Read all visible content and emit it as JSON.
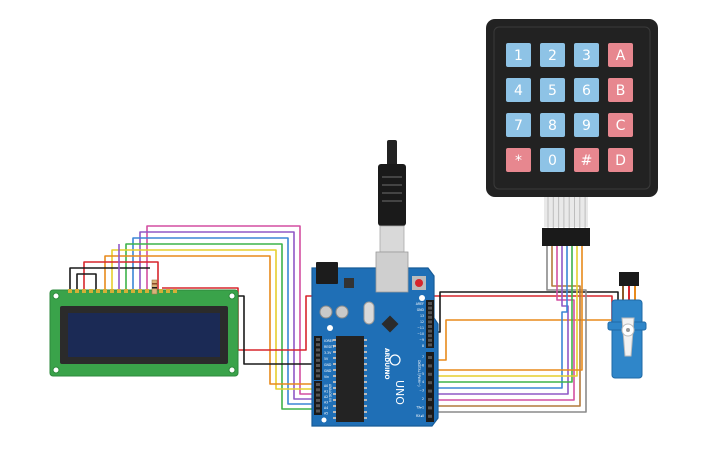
{
  "keypad": {
    "keys": [
      {
        "label": "1",
        "kind": "num"
      },
      {
        "label": "2",
        "kind": "num"
      },
      {
        "label": "3",
        "kind": "num"
      },
      {
        "label": "A",
        "kind": "letter"
      },
      {
        "label": "4",
        "kind": "num"
      },
      {
        "label": "5",
        "kind": "num"
      },
      {
        "label": "6",
        "kind": "num"
      },
      {
        "label": "B",
        "kind": "letter"
      },
      {
        "label": "7",
        "kind": "num"
      },
      {
        "label": "8",
        "kind": "num"
      },
      {
        "label": "9",
        "kind": "num"
      },
      {
        "label": "C",
        "kind": "letter"
      },
      {
        "label": "*",
        "kind": "letter"
      },
      {
        "label": "0",
        "kind": "num"
      },
      {
        "label": "#",
        "kind": "letter"
      },
      {
        "label": "D",
        "kind": "letter"
      }
    ]
  },
  "arduino": {
    "brand_text": "ARDUINO",
    "model_text": "UNO",
    "analog_label": "ANALOG IN",
    "digital_label": "DIGITAL (PWM~)",
    "power_pins": [
      "IOREF",
      "RESET",
      "3.3V",
      "5V",
      "GND",
      "GND",
      "Vin"
    ],
    "analog_pins": [
      "A0",
      "A1",
      "A2",
      "A3",
      "A4",
      "A5"
    ],
    "digital_pins_top": [
      "AREF",
      "GND",
      "13",
      "12",
      "~11",
      "~10",
      "~9",
      "8"
    ],
    "digital_pins_bottom": [
      "7",
      "~6",
      "~5",
      "4",
      "~3",
      "2",
      "TX▸1",
      "RX◂0"
    ]
  },
  "colors": {
    "board": "#1f6fb6",
    "board_dark": "#185c98",
    "lcd_pcb": "#3aa34a",
    "lcd_screen": "#1b2a55",
    "key_num": "#8ec3e6",
    "key_letter": "#e7878f",
    "keypad_body": "#222222",
    "servo": "#2f86c9",
    "wire_red": "#d7262d",
    "wire_black": "#1a1a1a",
    "wire_orange": "#e88a1c",
    "wire_yellow": "#e6cf2e",
    "wire_green": "#3db34a",
    "wire_blue": "#3a86d6",
    "wire_purple": "#8f58c6",
    "wire_pink": "#d34fa2",
    "wire_gray": "#8a8a8a",
    "wire_brown": "#b27a3c"
  }
}
